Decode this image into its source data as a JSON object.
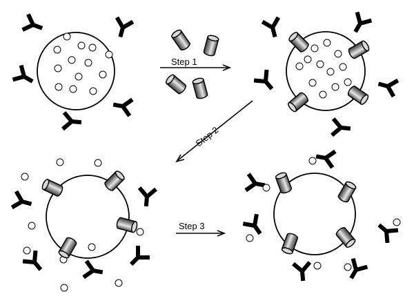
{
  "steps": {
    "step1": "Step 1",
    "step2": "Step 2",
    "step3": "Step 3"
  },
  "colors": {
    "ink": "#000000",
    "cylinder_light": "#e6e6e6",
    "cylinder_dark": "#3a3a3a",
    "background": "#ffffff"
  }
}
